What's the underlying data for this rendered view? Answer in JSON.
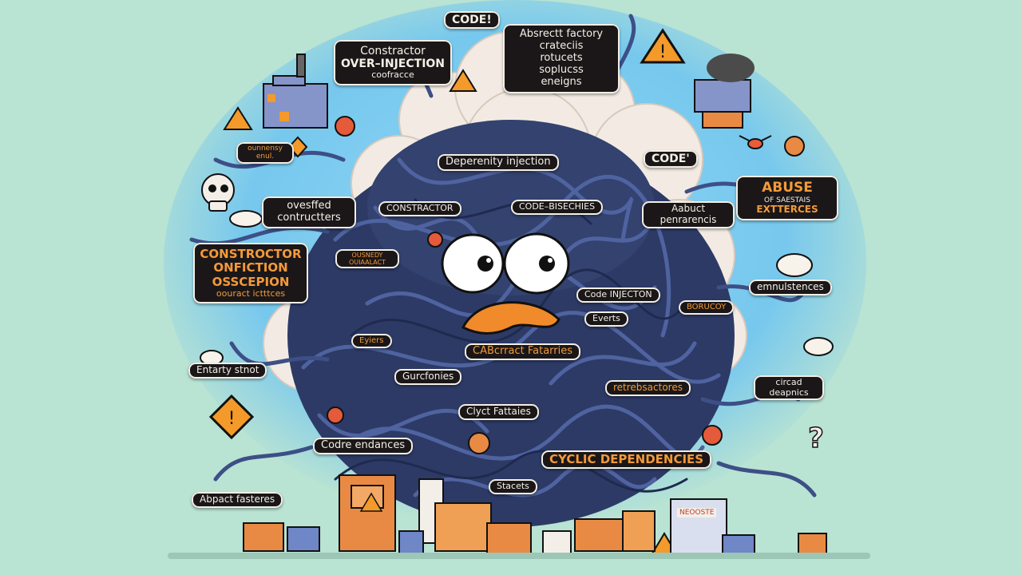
{
  "labels": {
    "code_top": "CODE!",
    "abstract_factory": [
      "Absrectt factory",
      "crateciis",
      "rotucets",
      "soplucss",
      "eneigns"
    ],
    "constructor_over_injection": [
      "Constractor",
      "OVER–INJECTION",
      "coofracce"
    ],
    "obscure_small": [
      "ounnensy",
      "enul."
    ],
    "dependency_injection": "Deperenity injection",
    "code_right": "CODE'",
    "abuse": [
      "ABUSE",
      "OF SAESTAIS",
      "EXTTERCES"
    ],
    "ovesffed": [
      "ovesffed",
      "contructters"
    ],
    "constractor_mid": "CONSTRACTOR",
    "code_bisechies": "CODE–BISECHIES",
    "abduct": [
      "Aabuct",
      "penrarencis"
    ],
    "constructor_left": [
      "CONSTROCTOR",
      "ONFICTION",
      "OSSCEPION",
      "oouract ictttces"
    ],
    "ousnedy": [
      "OUSNEDY",
      "OUIAALACT"
    ],
    "emulstences": "emnulstences",
    "code_injection": "Code INJECTON",
    "boruody": "BORUCOY",
    "everts": "Everts",
    "eyiers": "Eyiers",
    "cabstract": "CABcrract Fatarries",
    "entarty": "Entarty stnot",
    "gurcfonies": "Gurcfonies",
    "retrebsactores": "retrebsactores",
    "circad": [
      "circad",
      "deapnics"
    ],
    "clyct": "Clyct Fattaies",
    "codre_endances": "Codre endances",
    "cyclic": "CYCLIC DEPENDENCIES",
    "stacets": "Stacets",
    "abpact": "Abpact fasteres",
    "box_label": "NEOOSTE"
  },
  "colors": {
    "background": "#b9e3d3",
    "sky": "#7fcdf0",
    "cloud": "#f3ebe3",
    "wire": "#3d4f86",
    "wire_dark": "#1f2a4f",
    "beak": "#f08a2a",
    "label_bg": "#1b1718",
    "label_text": "#f4f0e6",
    "label_orange": "#f39a3a",
    "box_orange": "#e98a44",
    "box_blue": "#6f86c7",
    "warning": "#f39a2a"
  },
  "icons": [
    "warning-sign-icon",
    "skull-icon",
    "factory-icon",
    "alarm-clock-icon",
    "question-mark-icon",
    "cloud-icon",
    "fly-icon",
    "house-icon"
  ]
}
